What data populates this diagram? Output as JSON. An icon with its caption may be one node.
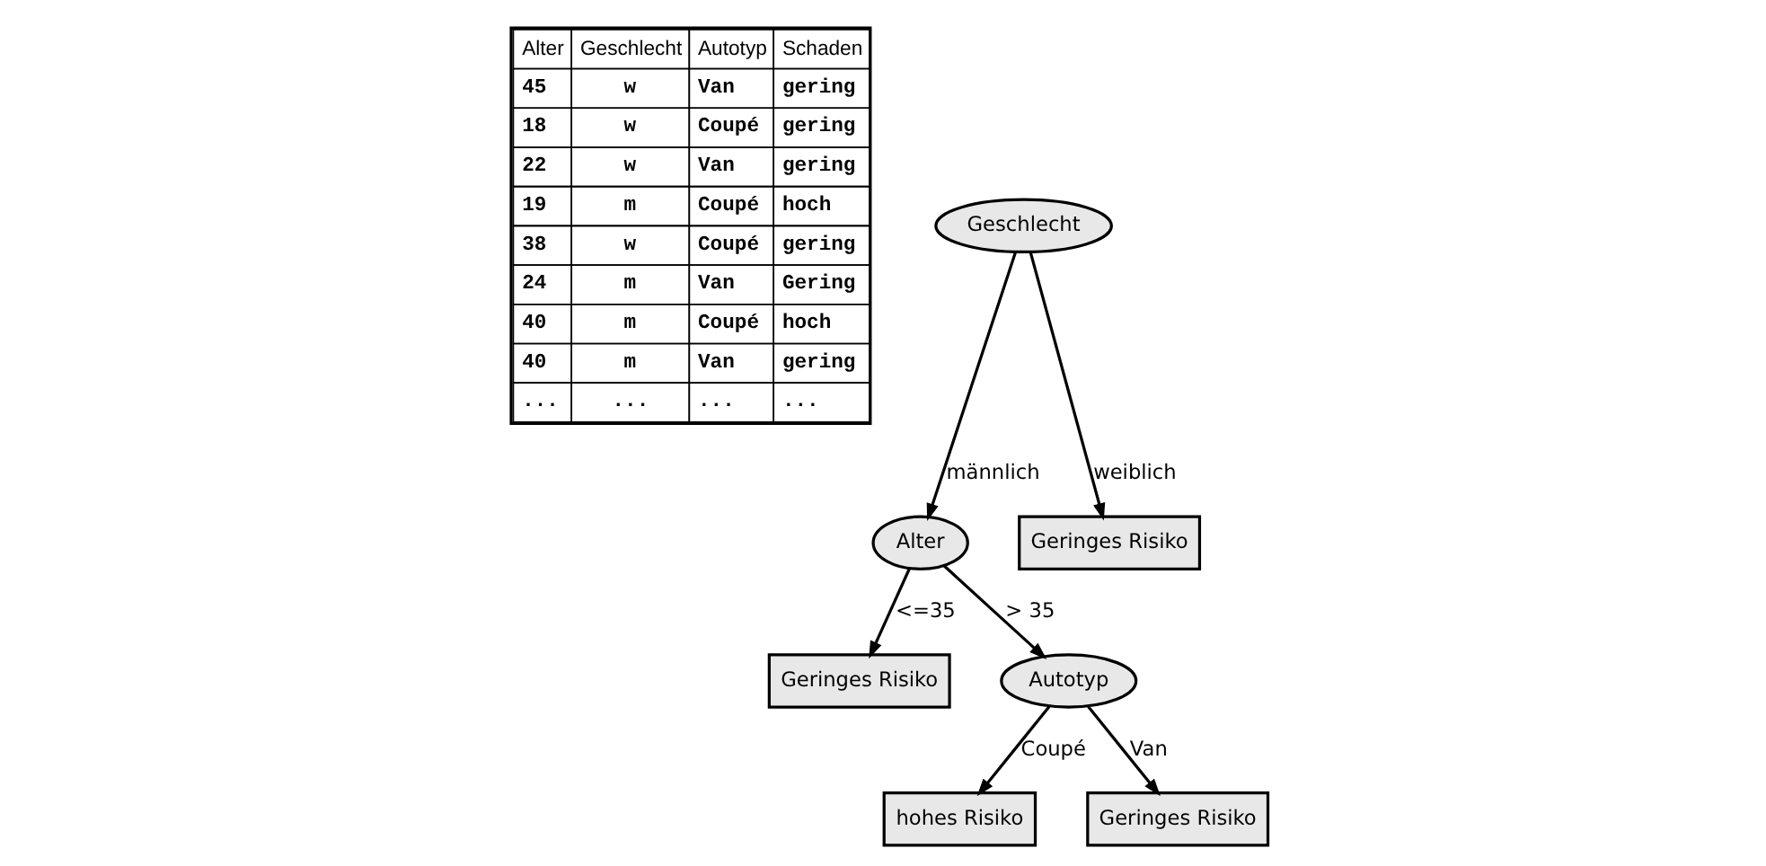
{
  "diagram": {
    "nodes": [
      {
        "text": [
          "Geschlecht"
        ]
      },
      {
        "text": [
          "Alter"
        ]
      },
      {
        "text": [
          "Geringes Risiko"
        ]
      },
      {
        "text": [
          "Geringes Risiko"
        ]
      },
      {
        "text": [
          "Autotyp"
        ]
      },
      {
        "text": [
          "hohes Risiko"
        ]
      },
      {
        "text": [
          "Geringes Risiko"
        ]
      }
    ],
    "edges": [
      {
        "from": 0,
        "to": 1,
        "arrow": "to",
        "label": "männlich"
      },
      {
        "from": 0,
        "to": 2,
        "arrow": "to",
        "label": "weiblich"
      },
      {
        "from": 1,
        "to": 3,
        "arrow": "to",
        "label": "<=35"
      },
      {
        "from": 1,
        "to": 4,
        "arrow": "to",
        "label": "> 35"
      },
      {
        "from": 4,
        "to": 5,
        "arrow": "to",
        "label": "Coupé"
      },
      {
        "from": 4,
        "to": 6,
        "arrow": "to",
        "label": "Van"
      }
    ],
    "labels": [
      "Alter",
      "Geschlecht",
      "Autotyp",
      "Schaden",
      "45",
      "w",
      "Van",
      "gering",
      "18",
      "w",
      "Coupé",
      "gering",
      "22",
      "w",
      "Van",
      "gering",
      "19",
      "m",
      "Coupé",
      "hoch",
      "38",
      "w",
      "Coupé",
      "gering",
      "24",
      "m",
      "Van",
      "Gering",
      "40",
      "m",
      "Coupé",
      "hoch",
      "40",
      "m",
      "Van",
      "gering",
      "...",
      "...",
      "...",
      "..."
    ]
  }
}
